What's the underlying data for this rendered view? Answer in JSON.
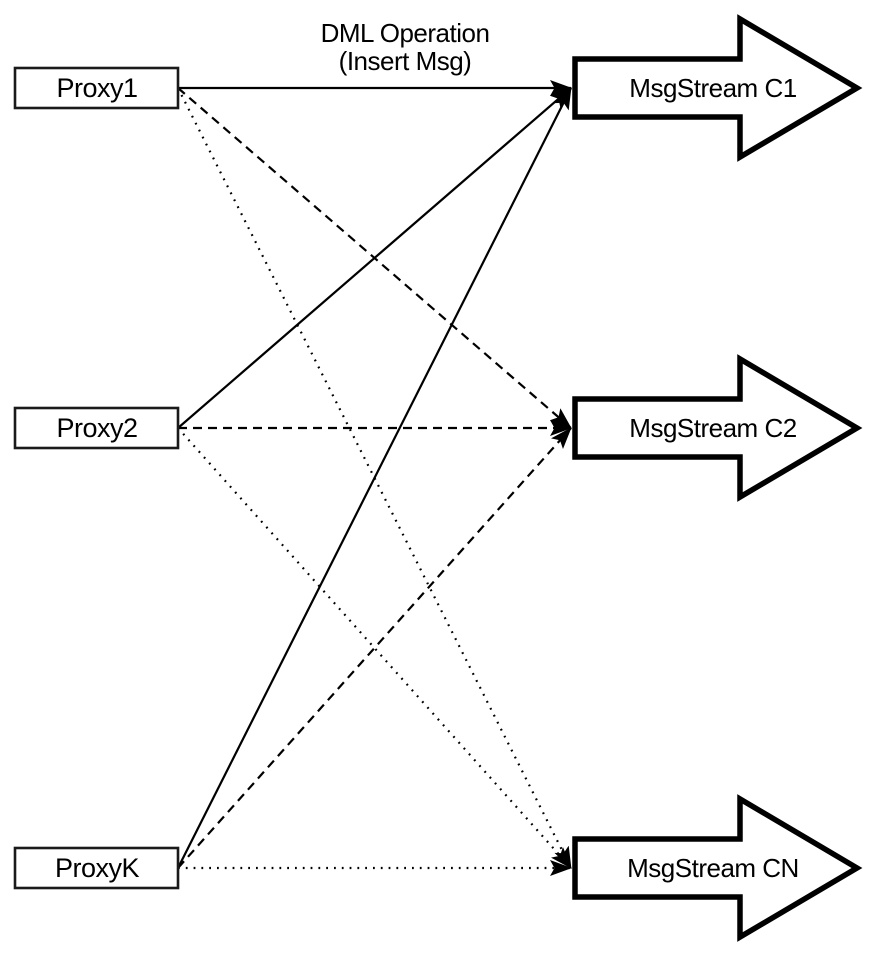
{
  "diagram": {
    "title_label": {
      "line1": "DML Operation",
      "line2": "(Insert Msg)"
    },
    "proxies": [
      {
        "id": "proxy1",
        "label": "Proxy1"
      },
      {
        "id": "proxy2",
        "label": "Proxy2"
      },
      {
        "id": "proxyk",
        "label": "ProxyK"
      }
    ],
    "streams": [
      {
        "id": "c1",
        "label": "MsgStream C1"
      },
      {
        "id": "c2",
        "label": "MsgStream C2"
      },
      {
        "id": "cn",
        "label": "MsgStream CN"
      }
    ],
    "edges": [
      {
        "from": "proxy1",
        "to": "c1",
        "style": "solid"
      },
      {
        "from": "proxy2",
        "to": "c1",
        "style": "solid"
      },
      {
        "from": "proxyk",
        "to": "c1",
        "style": "solid"
      },
      {
        "from": "proxy1",
        "to": "c2",
        "style": "dashed"
      },
      {
        "from": "proxy2",
        "to": "c2",
        "style": "dashed"
      },
      {
        "from": "proxyk",
        "to": "c2",
        "style": "dashed"
      },
      {
        "from": "proxy1",
        "to": "cn",
        "style": "dotted"
      },
      {
        "from": "proxy2",
        "to": "cn",
        "style": "dotted"
      },
      {
        "from": "proxyk",
        "to": "cn",
        "style": "dotted"
      }
    ],
    "colors": {
      "stroke": "#000000",
      "background": "#ffffff"
    }
  }
}
